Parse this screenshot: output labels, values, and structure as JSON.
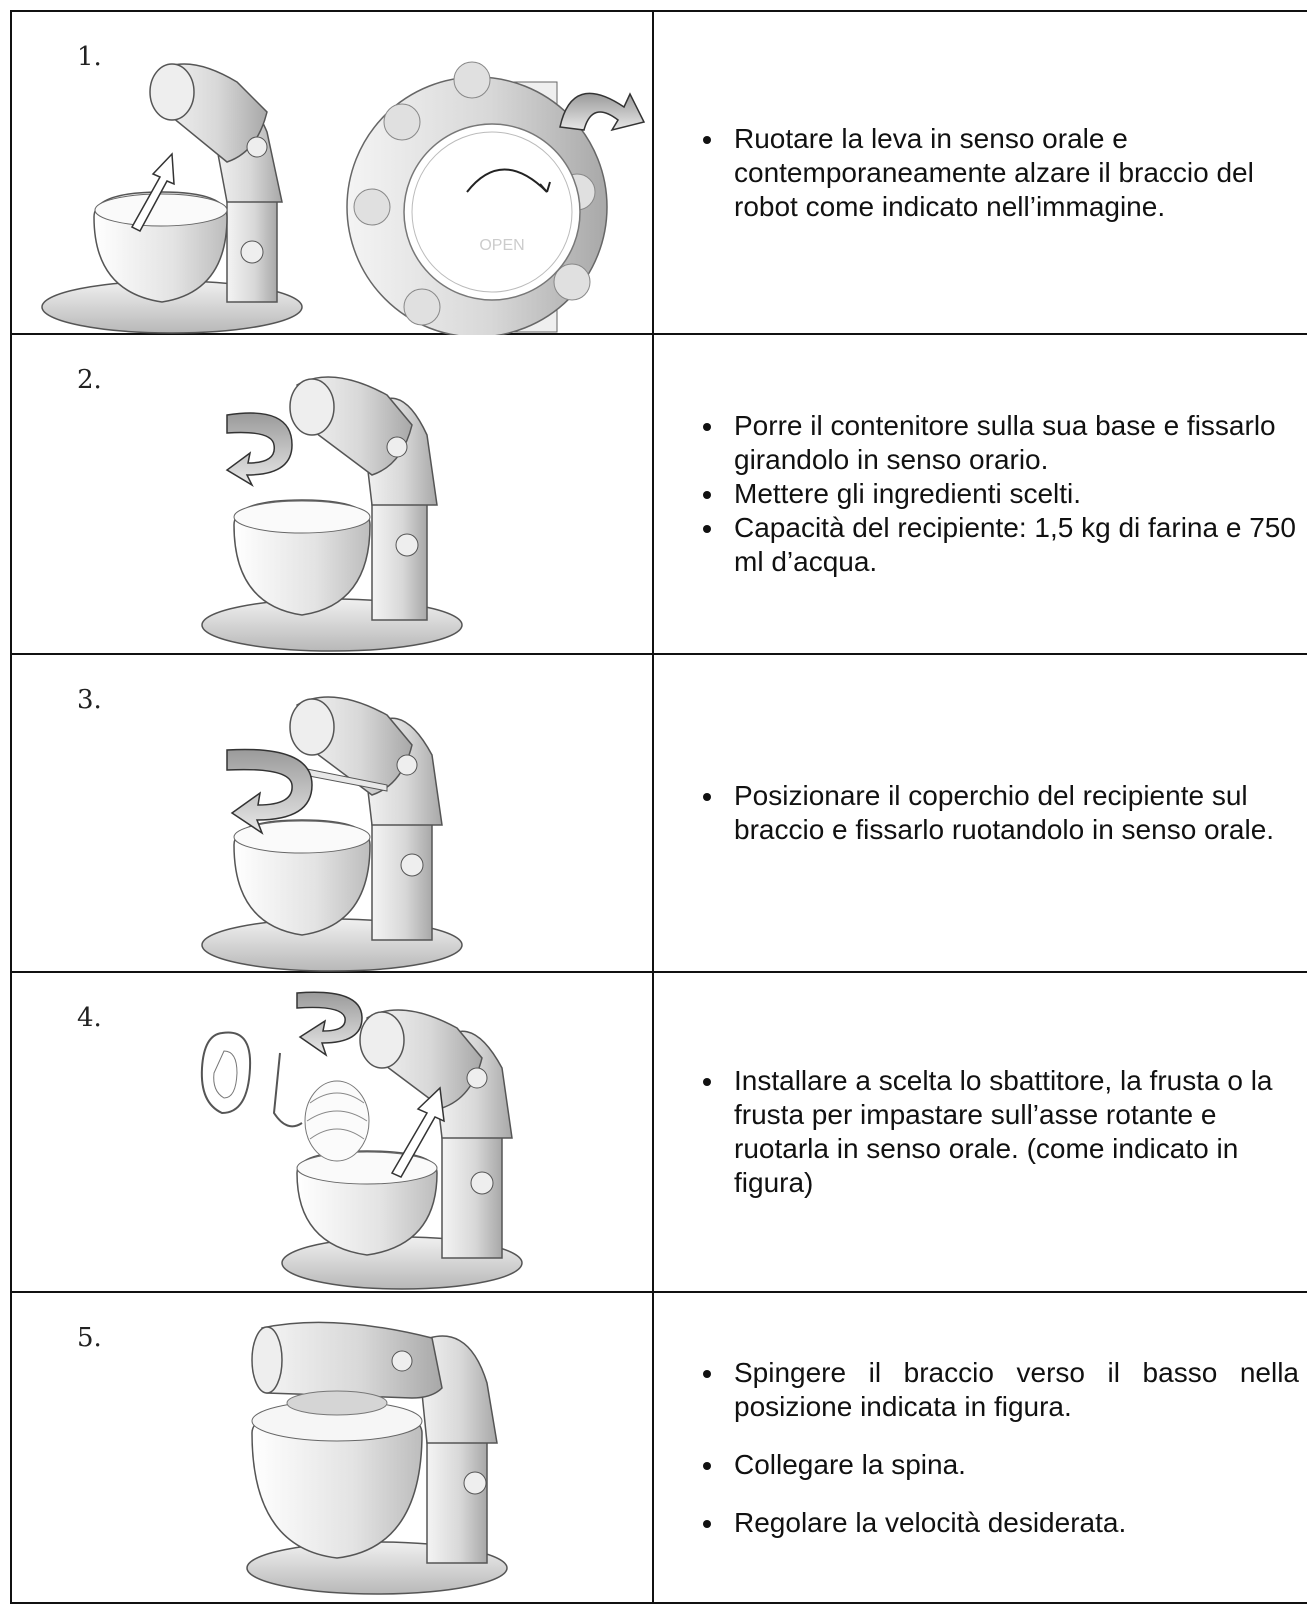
{
  "steps": [
    {
      "number": "1.",
      "bullets": [
        "Ruotare la leva in senso orale e contemporaneamente alzare il braccio del robot come indicato nell’immagine."
      ],
      "knob_label": "OPEN"
    },
    {
      "number": "2.",
      "bullets": [
        "Porre il contenitore sulla sua base e fissarlo girandolo in senso orario.",
        "Mettere gli ingredienti scelti.",
        "Capacità del recipiente: 1,5 kg di farina e 750 ml d’acqua."
      ]
    },
    {
      "number": "3.",
      "bullets": [
        "Posizionare il coperchio del recipiente sul braccio e fissarlo ruotandolo in senso orale."
      ]
    },
    {
      "number": "4.",
      "bullets": [
        "Installare a scelta lo sbattitore, la frusta o la frusta per impastare sull’asse rotante e ruotarla in senso orale. (come indicato in figura)"
      ]
    },
    {
      "number": "5.",
      "bullets": [
        "Spingere il braccio verso il basso nella posizione indicata in figura.",
        "Collegare la spina.",
        "Regolare la velocità desiderata."
      ]
    }
  ]
}
